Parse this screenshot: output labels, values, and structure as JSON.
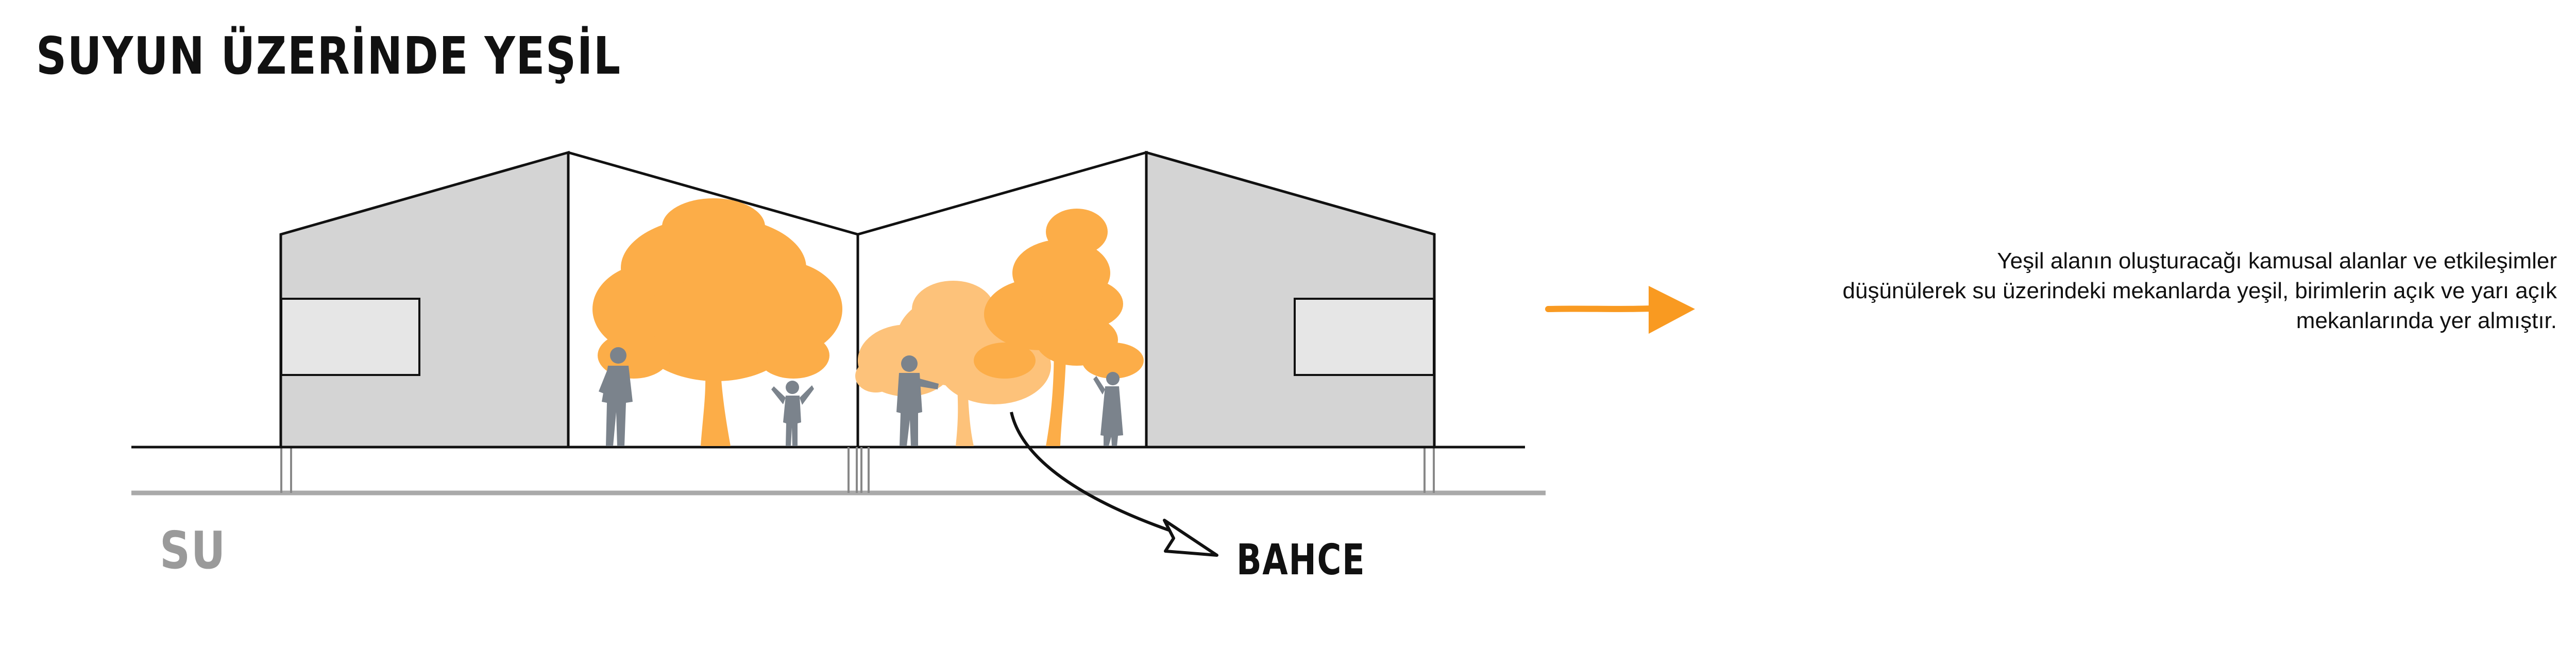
{
  "title": "SUYUN ÜZERİNDE YEŞİL",
  "labels": {
    "water": "SU",
    "garden": "BAHCE"
  },
  "description": [
    "Yeşil alanın oluşturacağı kamusal alanlar ve etkileşimler",
    "düşünülerek su üzerindeki mekanlarda yeşil, birimlerin açık ve yarı açık",
    "mekanlarında yer almıştır."
  ],
  "colors": {
    "tree": "#fcad48",
    "tree_light": "#fdc27a",
    "wall": "#d4d4d4",
    "window": "#e6e6e6",
    "person": "#7b838c",
    "water_line": "#aaaaaa",
    "arrow": "#f99a21",
    "line": "#111111"
  },
  "icons": [
    "tree-icon",
    "person-icon",
    "arrow-right-icon",
    "curved-arrow-icon"
  ]
}
